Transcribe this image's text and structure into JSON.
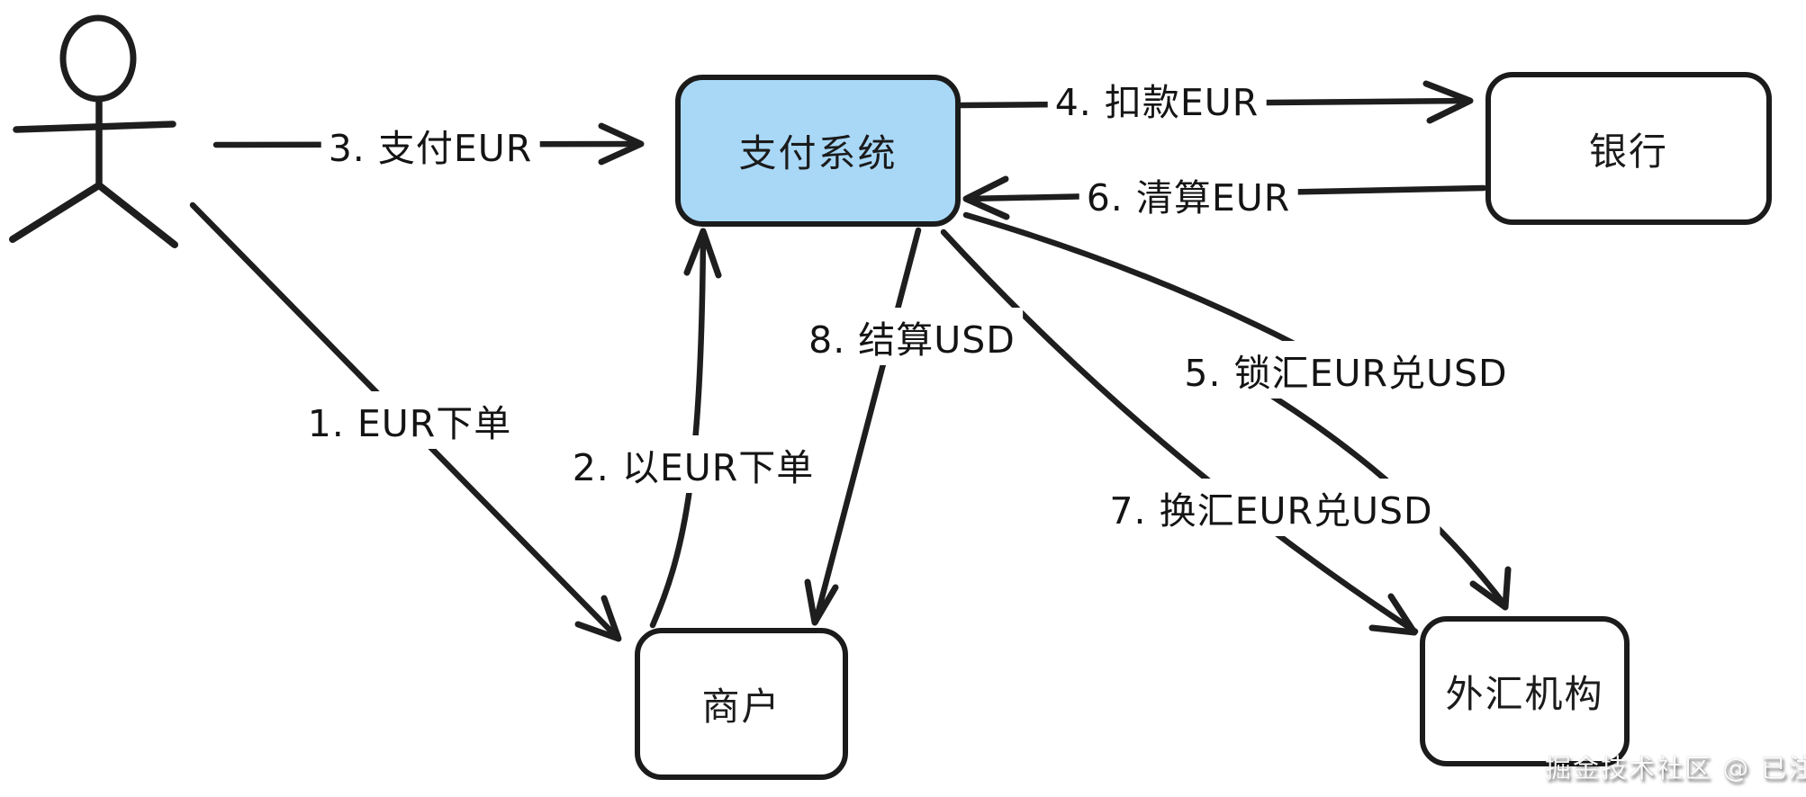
{
  "diagram": {
    "type": "flow-diagram",
    "style": "hand-drawn",
    "colors": {
      "canvas": "#ffffff",
      "stroke": "#1e1e1e",
      "highlight_node_fill": "#a9d8f7",
      "watermark_text": "#ffffff"
    },
    "actor": {
      "kind": "stick-figure-person",
      "role": "user"
    },
    "nodes": [
      {
        "id": "payment",
        "label": "支付系统",
        "fill": "#a9d8f7"
      },
      {
        "id": "bank",
        "label": "银行",
        "fill": "#ffffff"
      },
      {
        "id": "merchant",
        "label": "商户",
        "fill": "#ffffff"
      },
      {
        "id": "fx",
        "label": "外汇机构",
        "fill": "#ffffff"
      }
    ],
    "edges": [
      {
        "step": 1,
        "label": "1. EUR下单",
        "from": "user",
        "to": "merchant"
      },
      {
        "step": 2,
        "label": "2. 以EUR下单",
        "from": "merchant",
        "to": "payment"
      },
      {
        "step": 3,
        "label": "3. 支付EUR",
        "from": "user",
        "to": "payment"
      },
      {
        "step": 4,
        "label": "4. 扣款EUR",
        "from": "payment",
        "to": "bank"
      },
      {
        "step": 5,
        "label": "5. 锁汇EUR兑USD",
        "from": "payment",
        "to": "fx"
      },
      {
        "step": 6,
        "label": "6. 清算EUR",
        "from": "bank",
        "to": "payment"
      },
      {
        "step": 7,
        "label": "7. 换汇EUR兑USD",
        "from": "payment",
        "to": "fx"
      },
      {
        "step": 8,
        "label": "8. 结算USD",
        "from": "payment",
        "to": "merchant"
      }
    ],
    "watermark": {
      "text": "掘金技术社区 @ 已注销"
    }
  }
}
